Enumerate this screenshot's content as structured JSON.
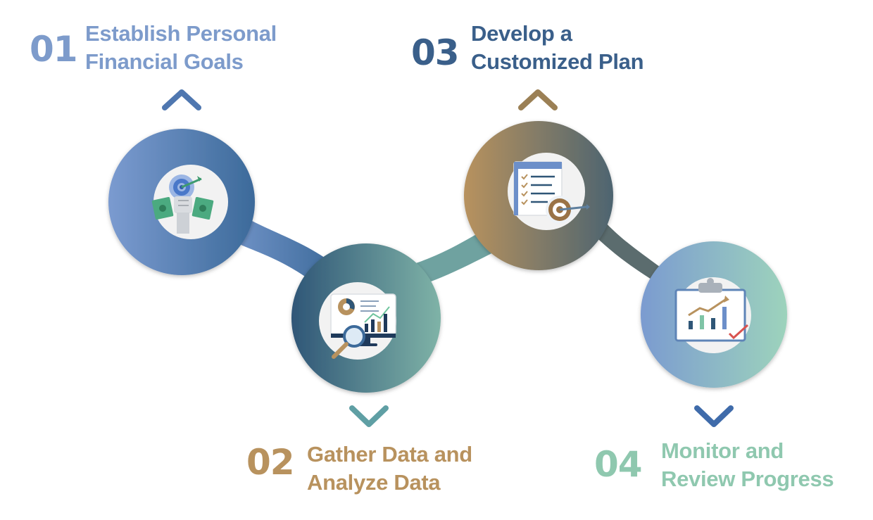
{
  "steps": [
    {
      "number": "01",
      "title_line1": "Establish Personal",
      "title_line2": "Financial Goals",
      "color": "#7D9BCB",
      "icon": "target-money-icon"
    },
    {
      "number": "02",
      "title_line1": "Gather Data and",
      "title_line2": "Analyze Data",
      "color": "#B8925E",
      "icon": "data-analysis-monitor-icon"
    },
    {
      "number": "03",
      "title_line1": "Develop a",
      "title_line2": "Customized Plan",
      "color": "#3A5F8A",
      "icon": "checklist-target-icon"
    },
    {
      "number": "04",
      "title_line1": "Monitor and",
      "title_line2": "Review Progress",
      "color": "#8FC8AF",
      "icon": "clipboard-chart-icon"
    }
  ],
  "colors": {
    "blue_light": "#7B9BD0",
    "blue_dark": "#3C6A9A",
    "navy": "#2F5677",
    "teal": "#7FB3A7",
    "gold": "#B8925E",
    "slate": "#4D6470",
    "mint": "#9DD3BC",
    "inner": "#F2F2F2"
  }
}
